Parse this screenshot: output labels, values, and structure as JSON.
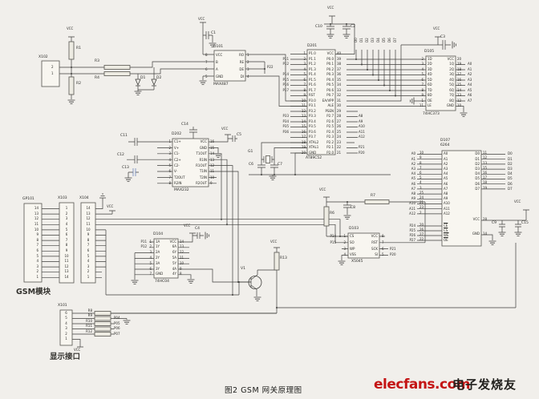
{
  "caption": "图2 GSM 网关原理图",
  "watermark": {
    "brand": "elecfans.com",
    "brand_color": "#c41515",
    "cn": "电子发烧友"
  },
  "sections": {
    "gsm_module": "GSM模块",
    "display_port": "显示接口"
  },
  "nets": {
    "vcc": "VCC",
    "p22": "P22",
    "display": "P04\nP05\nP06\nP07"
  },
  "parts": {
    "r1": "R1",
    "r2": "R2",
    "r3": "R3",
    "r4": "R4",
    "r6": "R6",
    "r7": "R7",
    "r13": "R13",
    "r8_12": "R8\nR9\nR10\nR11\nR12",
    "c1": "C1",
    "c2": "C2",
    "c3": "C3",
    "c4": "C4",
    "c5": "C5",
    "c6": "C6",
    "c7": "C7",
    "c8": "C8",
    "c9": "C9",
    "c10": "C10",
    "c11": "C11",
    "c12": "C12",
    "c13": "C13",
    "c14": "C14",
    "c15": "C15",
    "d1": "D1",
    "d2": "D2",
    "g1": "G1",
    "v1": "V1"
  },
  "x102": {
    "ref": "X102",
    "pins": "2\n1"
  },
  "m487": {
    "ref": "D101",
    "part": "MAX487",
    "lpins": "8\n7\n6\n5",
    "lnames": "VCC\nB\nA\nGND",
    "rnames": "RO\nRE\nDE\nDI",
    "rpins": "1\n2\n3\n4"
  },
  "mcu": {
    "ref": "D201",
    "part": "AT89C52",
    "lnets": "\nP11\nP12\n\nP14\nP15\nP16\nP17\n\n\n\n\nP33\nP34\nP35\nP36",
    "lpins": "1\n2\n3\n4\n5\n6\n7\n8\n9\n10\n11\n12\n13\n14\n15\n16\n17\n18\n19\n20",
    "lnames": "P1.0\nP1.1\nP1.2\nP1.3\nP1.4\nP1.5\nP1.6\nP1.7\nRST\nP3.0\nP3.1\nP3.2\nP3.3\nP3.4\nP3.5\nP3.6\nP3.7\nXTAL2\nXTAL1\nGND",
    "rnames": "VCC\nP0.0\nP0.1\nP0.2\nP0.3\nP0.4\nP0.5\nP0.6\nP0.7\nEA/VPP\nALE\nPSEN\nP2.7\nP2.6\nP2.5\nP2.4\nP2.3\nP2.2\nP2.1\nP2.0",
    "rpins": "40\n39\n38\n37\n36\n35\n34\n33\n32\n31\n30\n29\n28\n27\n26\n25\n24\n23\n22\n21",
    "rnets": "\n\n\n\n\n\n\n\n\n\n\n\nA8\nA9\nA10\nA11\nA12\n\nP21\nP20"
  },
  "m232": {
    "ref": "D202",
    "part": "MAX232",
    "lpins": "1\n2\n3\n4\n5\n6\n7\n8",
    "lnames": "C1+\nV+\nC1-\nC2+\nC2-\nV-\nT2OUT\nR2IN",
    "rnames": "VCC\nGND\nT1OUT\nR1IN\nR1OUT\nT1IN\nT2IN\nR2OUT",
    "rpins": "16\n15\n14\n13\n12\n11\n10\n9"
  },
  "hc04": {
    "ref": "D104",
    "part": "74HC04",
    "lnets": "P11\nP12",
    "lpins": "1\n2\n3\n4\n5\n6\n7",
    "lnames": "1A\n1Y\n2A\n2Y\n3A\n3Y\nGND",
    "rnames": "VCC\n6A\n6Y\n5A\n5Y\n4A\n4Y",
    "rpins": "14\n13\n12\n11\n10\n9\n8"
  },
  "hc373": {
    "ref": "D105",
    "part": "74HC373",
    "lpins": "2\n3\n4\n5\n6\n7\n8\n9\n1\n11",
    "lnames": "1D\n2D\n3D\n4D\n5D\n6D\n7D\n8D\nOE\nLE",
    "rnames": "VCC\n1Q\n2Q\n3Q\n4Q\n5Q\n6Q\n7Q\n8Q\nGND",
    "rpins": "20\n19\n18\n17\n16\n15\n14\n13\n12\n10",
    "rnets": "\nA0\nA1\nA2\nA3\nA4\nA5\nA6\nA7",
    "bus": [
      "D0",
      "D1",
      "D2",
      "D3",
      "D4",
      "D5",
      "D6",
      "D7"
    ]
  },
  "x5045": {
    "ref": "D103",
    "part": "X5045",
    "lnets": "P14\nP15",
    "lpins": "1\n2\n3\n4",
    "lnames": "CS\nSO\nWP\nVSS",
    "rnames": "VCC\nRST\nSCK\nSI",
    "rpins": "8\n7\n6\n5",
    "rnets": "\n\nP21\nP20"
  },
  "sram": {
    "ref": "D107",
    "part": "6264",
    "addr_nets": "A0\nA1\nA2\nA3\nA4\nA5\nA6\nA7\nA8\nA9\nA10\nA11\nA12",
    "addr_pins": "10\n9\n8\n7\n6\n5\n4\n3\n25\n24\n21\n23\n2",
    "addr_names": "A0\nA1\nA2\nA3\nA4\nA5\nA6\nA7\nA8\nA9\nA10\nA11\nA12",
    "ctrl_nets": "P24\nP25\nP26\nP27",
    "ctrl_pins": "20\n26\n27\n22",
    "ctrl_names": "CE\nCS\nWE\nOE",
    "data_names": "D0\nD1\nD2\nD3\nD4\nD5\nD6\nD7",
    "data_pins": "11\n12\n13\n15\n16\n17\n18\n19",
    "data_nets": "D0\nD1\nD2\nD3\nD4\nD5\nD6\nD7",
    "vcc_name": "VCC",
    "vcc_pin": "28",
    "gnd_name": "GND",
    "gnd_pin": "14"
  },
  "gsm": {
    "gp101": {
      "ref": "GP101",
      "pins": "14\n13\n12\n11\n10\n9\n8\n7\n6\n5\n4\n3\n2\n1"
    },
    "x103": {
      "ref": "X103",
      "pins": "1\n2\n3\n4\n5\n6\n7\n8\n9\n10\n11\n12\n13\n14"
    },
    "x104": {
      "ref": "X104",
      "pins": "14\n13\n12\n11\n10\n9\n8\n7\n6\n5\n4\n3\n2\n1"
    }
  },
  "x101": {
    "ref": "X101",
    "pins": "6\n5\n4\n3\n2\n1"
  }
}
